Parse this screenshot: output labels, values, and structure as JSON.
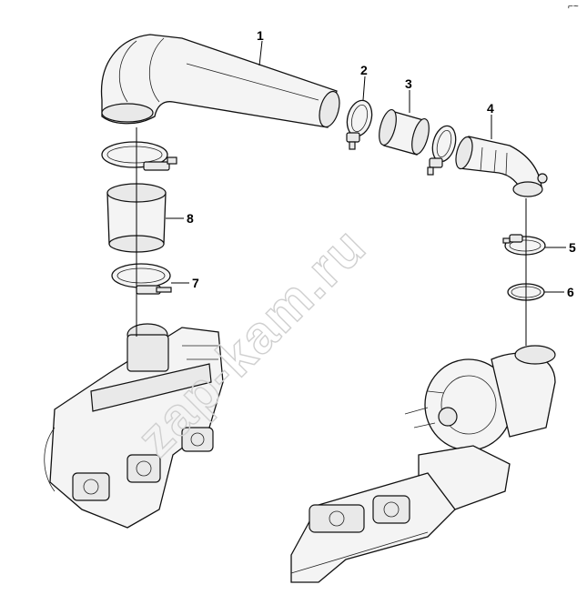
{
  "diagram": {
    "corner_mark": "⌐~",
    "watermark": "zap-kam.ru",
    "callouts": [
      {
        "id": "1",
        "label": "1"
      },
      {
        "id": "2",
        "label": "2"
      },
      {
        "id": "3",
        "label": "3"
      },
      {
        "id": "4",
        "label": "4"
      },
      {
        "id": "5",
        "label": "5"
      },
      {
        "id": "6",
        "label": "6"
      },
      {
        "id": "7",
        "label": "7"
      },
      {
        "id": "8",
        "label": "8"
      }
    ]
  },
  "colors": {
    "line": "#000000",
    "watermark": "#cfcfcf",
    "background": "#ffffff"
  }
}
